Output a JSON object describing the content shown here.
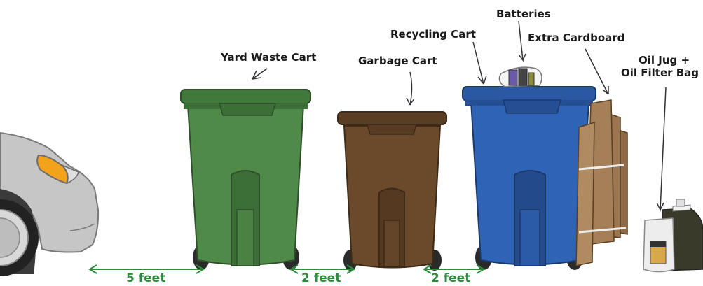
{
  "labels": {
    "yard_waste_cart": "Yard Waste Cart",
    "garbage_cart": "Garbage Cart",
    "recycling_cart": "Recycling Cart",
    "batteries": "Batteries",
    "extra_cardboard": "Extra Cardboard",
    "oil_line1": "Oil Jug +",
    "oil_line2": "Oil Filter Bag"
  },
  "distances": {
    "car_to_yard": "5 feet",
    "yard_to_garbage": "2 feet",
    "garbage_to_recycling": "2 feet"
  },
  "colors": {
    "yard": "#4f8a48",
    "garbage": "#6b4a2b",
    "recycling": "#2f63b5",
    "cardboard": "#a57f57",
    "car": "#c8c8c8",
    "distance": "#2e8b3e"
  }
}
